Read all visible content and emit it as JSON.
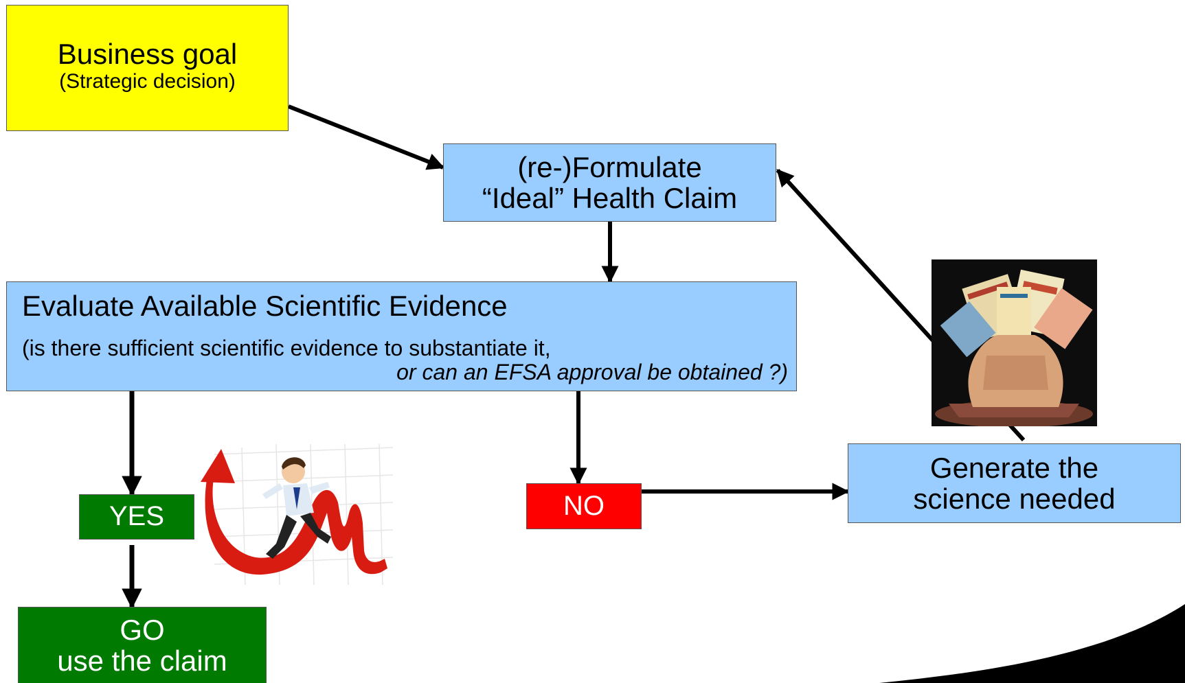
{
  "nodes": {
    "business_goal": {
      "title": "Business goal",
      "subtitle": "(Strategic decision)",
      "color": "#ffff00"
    },
    "formulate": {
      "line1": "(re-)Formulate",
      "line2": "“Ideal” Health Claim",
      "color": "#99ccff"
    },
    "evaluate": {
      "title": "Evaluate Available Scientific Evidence",
      "line2": "(is there sufficient scientific evidence to substantiate it,",
      "line3": "or can an EFSA approval be obtained ?)",
      "color": "#99ccff"
    },
    "yes": {
      "label": "YES",
      "color": "#007a00"
    },
    "no": {
      "label": "NO",
      "color": "#ff0000"
    },
    "generate": {
      "line1": "Generate the",
      "line2": "science needed",
      "color": "#99ccff"
    },
    "go": {
      "line1": "GO",
      "line2": "use the claim",
      "color": "#007a00"
    }
  },
  "images": {
    "money": "bag-of-euro-banknotes-photo",
    "chart": "businessman-surfing-red-arrow-chart-clipart"
  }
}
